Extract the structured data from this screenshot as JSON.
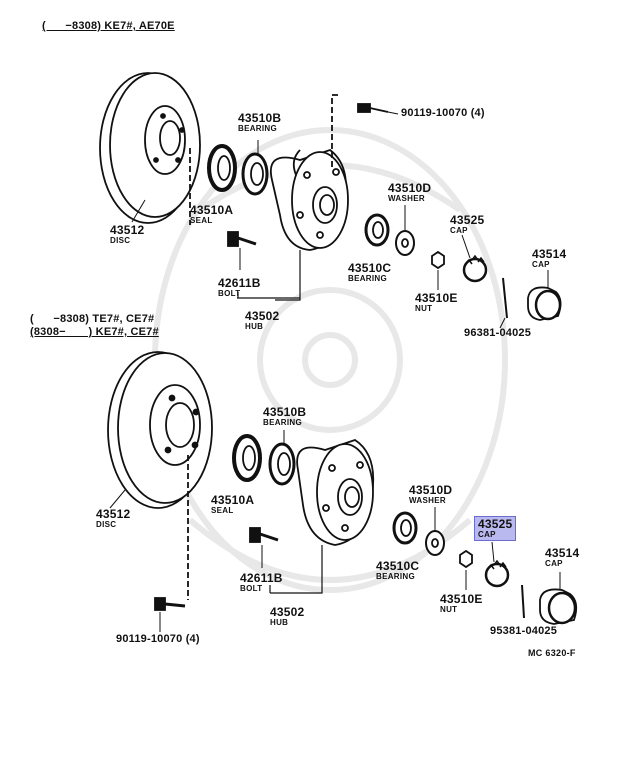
{
  "captions": {
    "top": "(      −8308) KE7#, AE70E",
    "bottom_line1": "(      −8308) TE7#, CE7#",
    "bottom_line2": "(8308−       ) KE7#, CE7#"
  },
  "top_parts": {
    "disc": {
      "num": "43512",
      "desc": "DISC"
    },
    "bearing_b": {
      "num": "43510B",
      "desc": "BEARING"
    },
    "seal": {
      "num": "43510A",
      "desc": "SEAL"
    },
    "bolt_hub": {
      "num": "90119-10070 (4)"
    },
    "washer": {
      "num": "43510D",
      "desc": "WASHER"
    },
    "cap_25": {
      "num": "43525",
      "desc": "CAP"
    },
    "cap_14": {
      "num": "43514",
      "desc": "CAP"
    },
    "bearing_c": {
      "num": "43510C",
      "desc": "BEARING"
    },
    "bolt": {
      "num": "42611B",
      "desc": "BOLT"
    },
    "nut": {
      "num": "43510E",
      "desc": "NUT"
    },
    "pin": {
      "num": "96381-04025"
    },
    "hub": {
      "num": "43502",
      "desc": "HUB"
    }
  },
  "bottom_parts": {
    "disc": {
      "num": "43512",
      "desc": "DISC"
    },
    "bearing_b": {
      "num": "43510B",
      "desc": "BEARING"
    },
    "seal": {
      "num": "43510A",
      "desc": "SEAL"
    },
    "washer": {
      "num": "43510D",
      "desc": "WASHER"
    },
    "cap_25": {
      "num": "43525",
      "desc": "CAP"
    },
    "cap_14": {
      "num": "43514",
      "desc": "CAP"
    },
    "bearing_c": {
      "num": "43510C",
      "desc": "BEARING"
    },
    "bolt": {
      "num": "42611B",
      "desc": "BOLT"
    },
    "nut": {
      "num": "43510E",
      "desc": "NUT"
    },
    "pin": {
      "num": "95381-04025"
    },
    "hub": {
      "num": "43502",
      "desc": "HUB"
    },
    "bolt_hub": {
      "num": "90119-10070 (4)"
    }
  },
  "reference": "MC 6320-F",
  "highlight_color": "#b9b9ef"
}
